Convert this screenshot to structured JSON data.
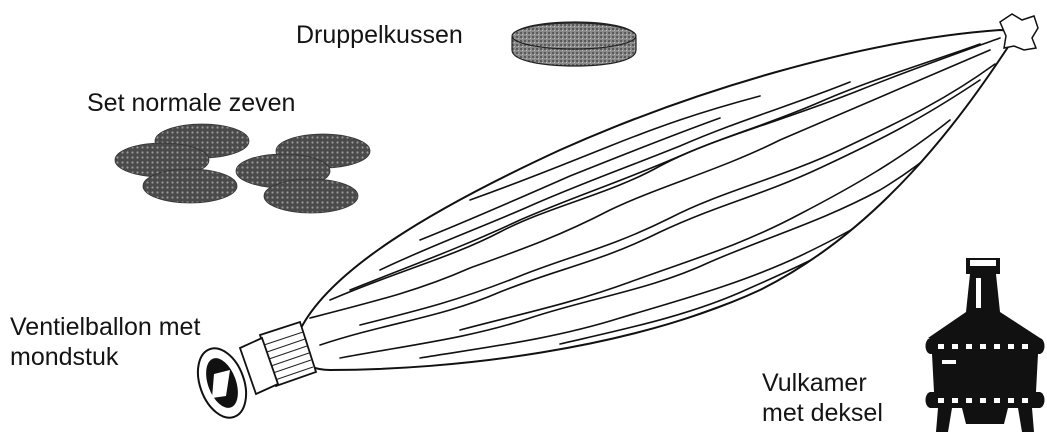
{
  "labels": {
    "drip_cushion": "Druppelkussen",
    "sieve_set": "Set normale zeven",
    "valve_balloon_line1": "Ventielballon met",
    "valve_balloon_line2": "mondstuk",
    "filling_chamber_line1": "Vulkamer",
    "filling_chamber_line2": "met deksel"
  }
}
